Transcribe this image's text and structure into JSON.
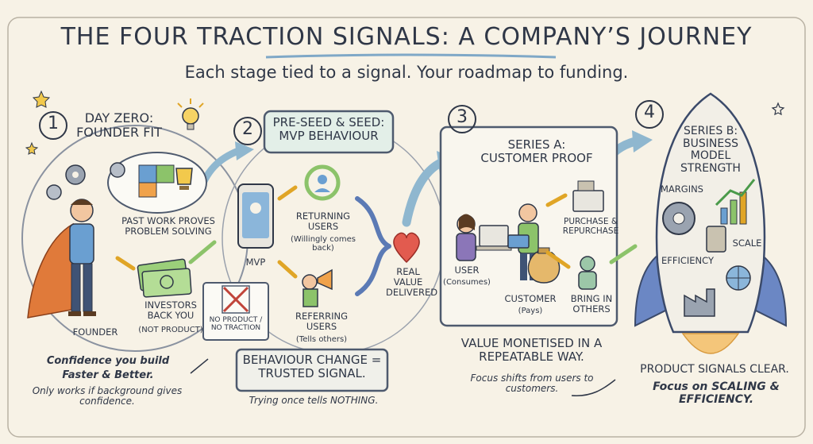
{
  "title": "THE FOUR TRACTION SIGNALS: A COMPANY’S JOURNEY",
  "subtitle": "Each stage tied to a signal. Your roadmap to funding.",
  "stage1": {
    "number": "1",
    "title": "DAY ZERO: FOUNDER FIT",
    "past_work": "PAST WORK PROVES PROBLEM SOLVING",
    "founder": "FOUNDER",
    "investors": "INVESTORS BACK YOU",
    "investors_note": "(NOT PRODUCT)",
    "no_product": "NO PRODUCT / NO TRACTION",
    "note_line1": "Confidence you build",
    "note_line2": "Faster & Better.",
    "note_line3": "Only works if background gives confidence."
  },
  "stage2": {
    "number": "2",
    "title": "PRE-SEED & SEED: MVP BEHAVIOUR",
    "mvp": "MVP",
    "returning": "RETURNING USERS",
    "returning_note": "(Willingly comes back)",
    "referring": "REFERRING USERS",
    "referring_note": "(Tells others)",
    "value": "REAL VALUE DELIVERED",
    "signal": "BEHAVIOUR CHANGE = TRUSTED SIGNAL.",
    "note": "Trying once tells NOTHING."
  },
  "stage3": {
    "number": "3",
    "title": "SERIES A: CUSTOMER PROOF",
    "user": "USER",
    "user_note": "(Consumes)",
    "customer": "CUSTOMER",
    "customer_note": "(Pays)",
    "purchase": "PURCHASE & REPURCHASE",
    "bring": "BRING IN OTHERS",
    "value_line": "VALUE MONETISED IN A REPEATABLE WAY.",
    "note": "Focus shifts from users to customers."
  },
  "stage4": {
    "number": "4",
    "title": "SERIES B: BUSINESS MODEL STRENGTH",
    "margins": "MARGINS",
    "scale": "SCALE",
    "efficiency": "EFFICIENCY",
    "signals": "PRODUCT SIGNALS CLEAR.",
    "focus": "Focus on SCALING & EFFICIENCY."
  },
  "colors": {
    "ink": "#2f3747",
    "paper": "#f7f2e6",
    "arrow_blue": "#8fb7cf",
    "arrow_green": "#8cc36a",
    "heart": "#e25b4f",
    "rocket": "#f2efe7"
  },
  "icons": [
    "lightbulb-icon",
    "gear-icon",
    "puzzle-icon",
    "trophy-icon",
    "money-icon",
    "phone-icon",
    "speaker-icon",
    "heart-icon",
    "laptop-icon",
    "credit-card-icon",
    "money-bag-icon",
    "register-icon",
    "chart-icon",
    "calculator-icon",
    "globe-icon",
    "factory-icon",
    "star-icon"
  ]
}
